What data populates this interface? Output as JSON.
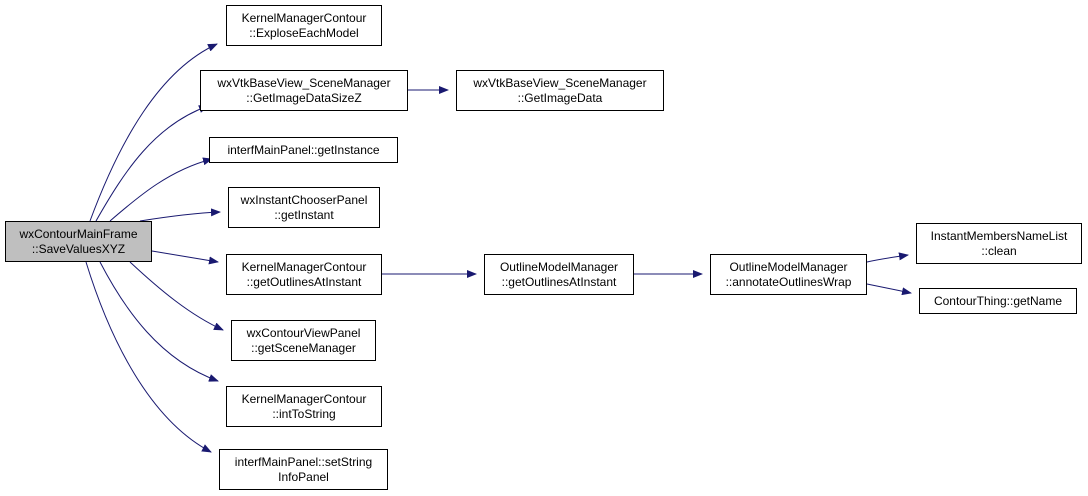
{
  "colors": {
    "edge": "#191970",
    "root_fill": "#bfbfbf",
    "node_fill": "#ffffff",
    "node_border": "#000000"
  },
  "nodes": {
    "root": {
      "line1": "wxContourMainFrame",
      "line2": "::SaveValuesXYZ"
    },
    "explose_each_model": {
      "line1": "KernelManagerContour",
      "line2": "::ExploseEachModel"
    },
    "get_image_data_size_z": {
      "line1": "wxVtkBaseView_SceneManager",
      "line2": "::GetImageDataSizeZ"
    },
    "get_image_data": {
      "line1": "wxVtkBaseView_SceneManager",
      "line2": "::GetImageData"
    },
    "get_instance": {
      "line1": "interfMainPanel::getInstance"
    },
    "get_instant": {
      "line1": "wxInstantChooserPanel",
      "line2": "::getInstant"
    },
    "kmc_get_outlines_at_instant": {
      "line1": "KernelManagerContour",
      "line2": "::getOutlinesAtInstant"
    },
    "omm_get_outlines_at_instant": {
      "line1": "OutlineModelManager",
      "line2": "::getOutlinesAtInstant"
    },
    "annotate_outlines_wrap": {
      "line1": "OutlineModelManager",
      "line2": "::annotateOutlinesWrap"
    },
    "instant_members_clean": {
      "line1": "InstantMembersNameList",
      "line2": "::clean"
    },
    "contour_thing_get_name": {
      "line1": "ContourThing::getName"
    },
    "get_scene_manager": {
      "line1": "wxContourViewPanel",
      "line2": "::getSceneManager"
    },
    "int_to_string": {
      "line1": "KernelManagerContour",
      "line2": "::intToString"
    },
    "set_string_info_panel": {
      "line1": "interfMainPanel::setString",
      "line2": "InfoPanel"
    }
  }
}
